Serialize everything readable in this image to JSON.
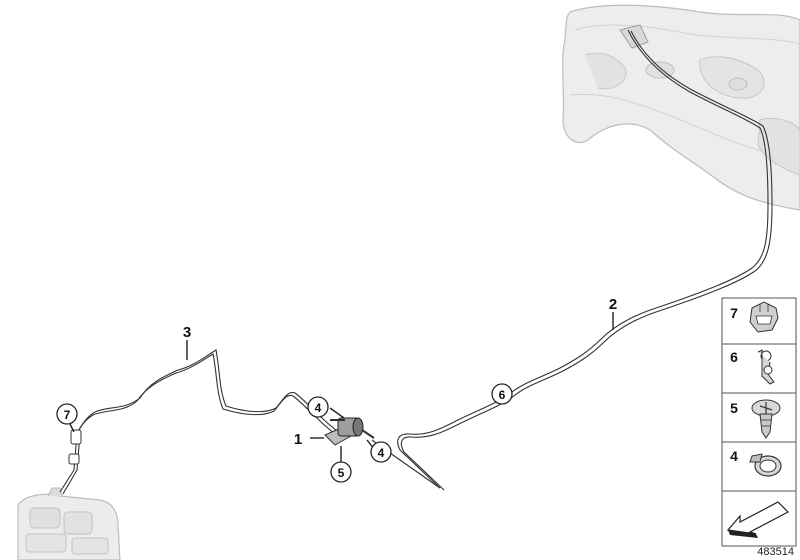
{
  "callouts": {
    "c1": "1",
    "c2": "2",
    "c3": "3",
    "c4a": "4",
    "c4b": "4",
    "c5": "5",
    "c6": "6",
    "c7": "7"
  },
  "legend": {
    "items": [
      {
        "number": "7",
        "icon": "clip-icon"
      },
      {
        "number": "6",
        "icon": "line-holder-icon"
      },
      {
        "number": "5",
        "icon": "expanding-rivet-icon"
      },
      {
        "number": "4",
        "icon": "hose-clamp-icon"
      }
    ],
    "direction_icon": "forward-arrow-icon"
  },
  "diagram_number": "483514",
  "colors": {
    "line": "#333333",
    "tank_fill": "#eeeeee",
    "tank_stroke": "#bdbdbd",
    "legend_border": "#555555"
  }
}
